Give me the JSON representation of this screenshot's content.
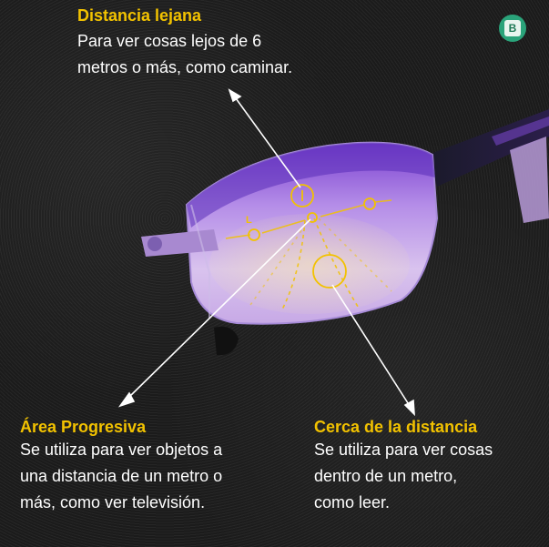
{
  "brand": {
    "logo_mark": "B",
    "logo_icon": "shield-logo-icon"
  },
  "far": {
    "title": "Distancia lejana",
    "line1": "Para ver cosas lejos de 6",
    "line2": "metros o más, como caminar."
  },
  "progressive": {
    "title": "Área Progresiva",
    "line1": "Se utiliza para ver objetos a",
    "line2": "una distancia de un metro o",
    "line3": "más, como ver televisión."
  },
  "near": {
    "title": "Cerca de la distancia",
    "line1": "Se utiliza para ver cosas",
    "line2": "dentro de un metro,",
    "line3": "como leer."
  },
  "lens_marker": "L",
  "colors": {
    "accent_yellow": "#f2c200",
    "text_white": "#ffffff",
    "lens_purple": "#8a4fd8"
  }
}
